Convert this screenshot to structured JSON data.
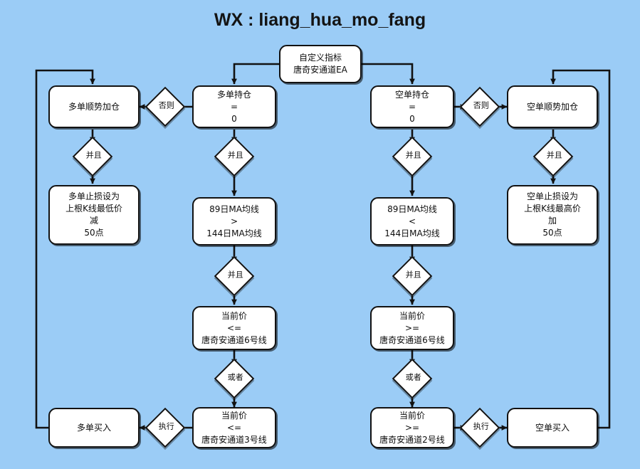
{
  "header": {
    "title": "WX : liang_hua_mo_fang"
  },
  "flow": {
    "root": {
      "label": "自定义指标\n唐奇安通道EA"
    },
    "nodes": {
      "long_add_position": "多单顺势加仓",
      "long_hold_zero": "多单持仓\n=\n0",
      "short_hold_zero": "空单持仓\n=\n0",
      "short_add_position": "空单顺势加仓",
      "long_stop_loss": "多单止损设为\n上根K线最低价\n减\n50点",
      "ma_long": "89日MA均线\n>\n144日MA均线",
      "ma_short": "89日MA均线\n<\n144日MA均线",
      "short_stop_loss": "空单止损设为\n上根K线最高价\n加\n50点",
      "price_le_channel6": "当前价\n<=\n唐奇安通道6号线",
      "price_ge_channel6": "当前价\n>=\n唐奇安通道6号线",
      "long_buy": "多单买入",
      "price_le_channel3": "当前价\n<=\n唐奇安通道3号线",
      "price_ge_channel2": "当前价\n>=\n唐奇安通道2号线",
      "short_buy": "空单买入"
    },
    "connectors": {
      "otherwise_left": "否则",
      "otherwise_right": "否则",
      "and_l1": "并且",
      "and_c2r1": "并且",
      "and_c3r1": "并且",
      "and_r1": "并且",
      "and_c2r2": "并且",
      "and_c3r2": "并且",
      "or_c2": "或者",
      "or_c3": "或者",
      "execute_left": "执行",
      "execute_right": "执行"
    }
  },
  "colors": {
    "background": "#9BCCF6",
    "node_fill": "#FFFFFF",
    "stroke": "#121212",
    "text": "#0C0C0C"
  }
}
